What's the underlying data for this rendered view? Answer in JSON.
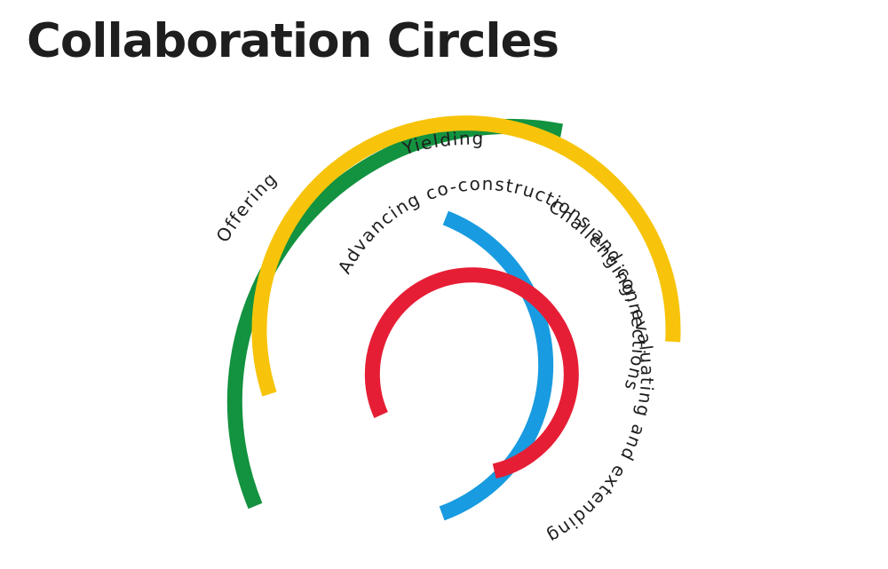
{
  "title": "Collaboration Circles",
  "colors": {
    "green": "#13923f",
    "yellow": "#f7c40b",
    "blue": "#189be0",
    "red": "#e61e35",
    "text": "#1e1e1e"
  },
  "arcs": [
    {
      "key": "offering",
      "label": "Offering",
      "color": "#13923f"
    },
    {
      "key": "yielding",
      "label": "Yielding",
      "color": "#f7c40b"
    },
    {
      "key": "challenging",
      "label": "Challenging, evaluating and extending",
      "color": "#189be0"
    },
    {
      "key": "advancing",
      "label": "Advancing co-constructions and connections",
      "color": "#e61e35"
    }
  ]
}
